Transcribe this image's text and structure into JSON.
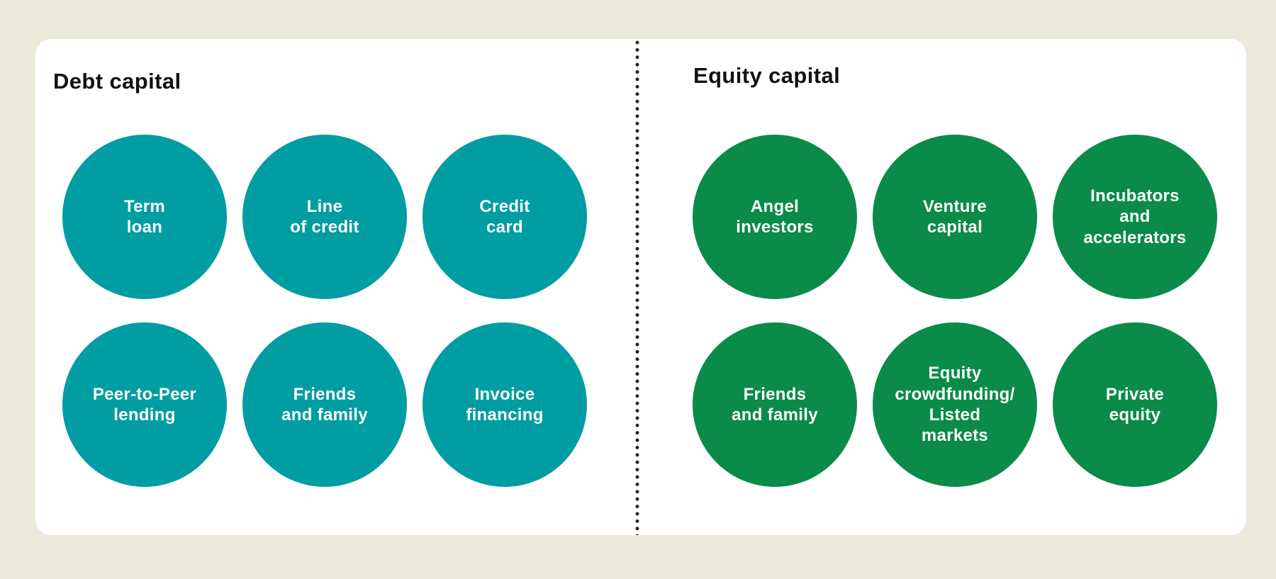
{
  "colors": {
    "page_background": "#ece9dd",
    "card_background": "#ffffff",
    "debt_circle": "#009da2",
    "equity_circle": "#0a8b49",
    "divider_dot": "#1f1f1f",
    "heading_text": "#111111",
    "circle_text": "#ffffff"
  },
  "sections": [
    {
      "title": "Debt capital",
      "items": [
        "Term\nloan",
        "Line\nof credit",
        "Credit\ncard",
        "Peer-to-Peer\nlending",
        "Friends\nand family",
        "Invoice\nfinancing"
      ]
    },
    {
      "title": "Equity capital",
      "items": [
        "Angel\ninvestors",
        "Venture\ncapital",
        "Incubators\nand\naccelerators",
        "Friends\nand family",
        "Equity\ncrowdfunding/\nListed\nmarkets",
        "Private\nequity"
      ]
    }
  ]
}
